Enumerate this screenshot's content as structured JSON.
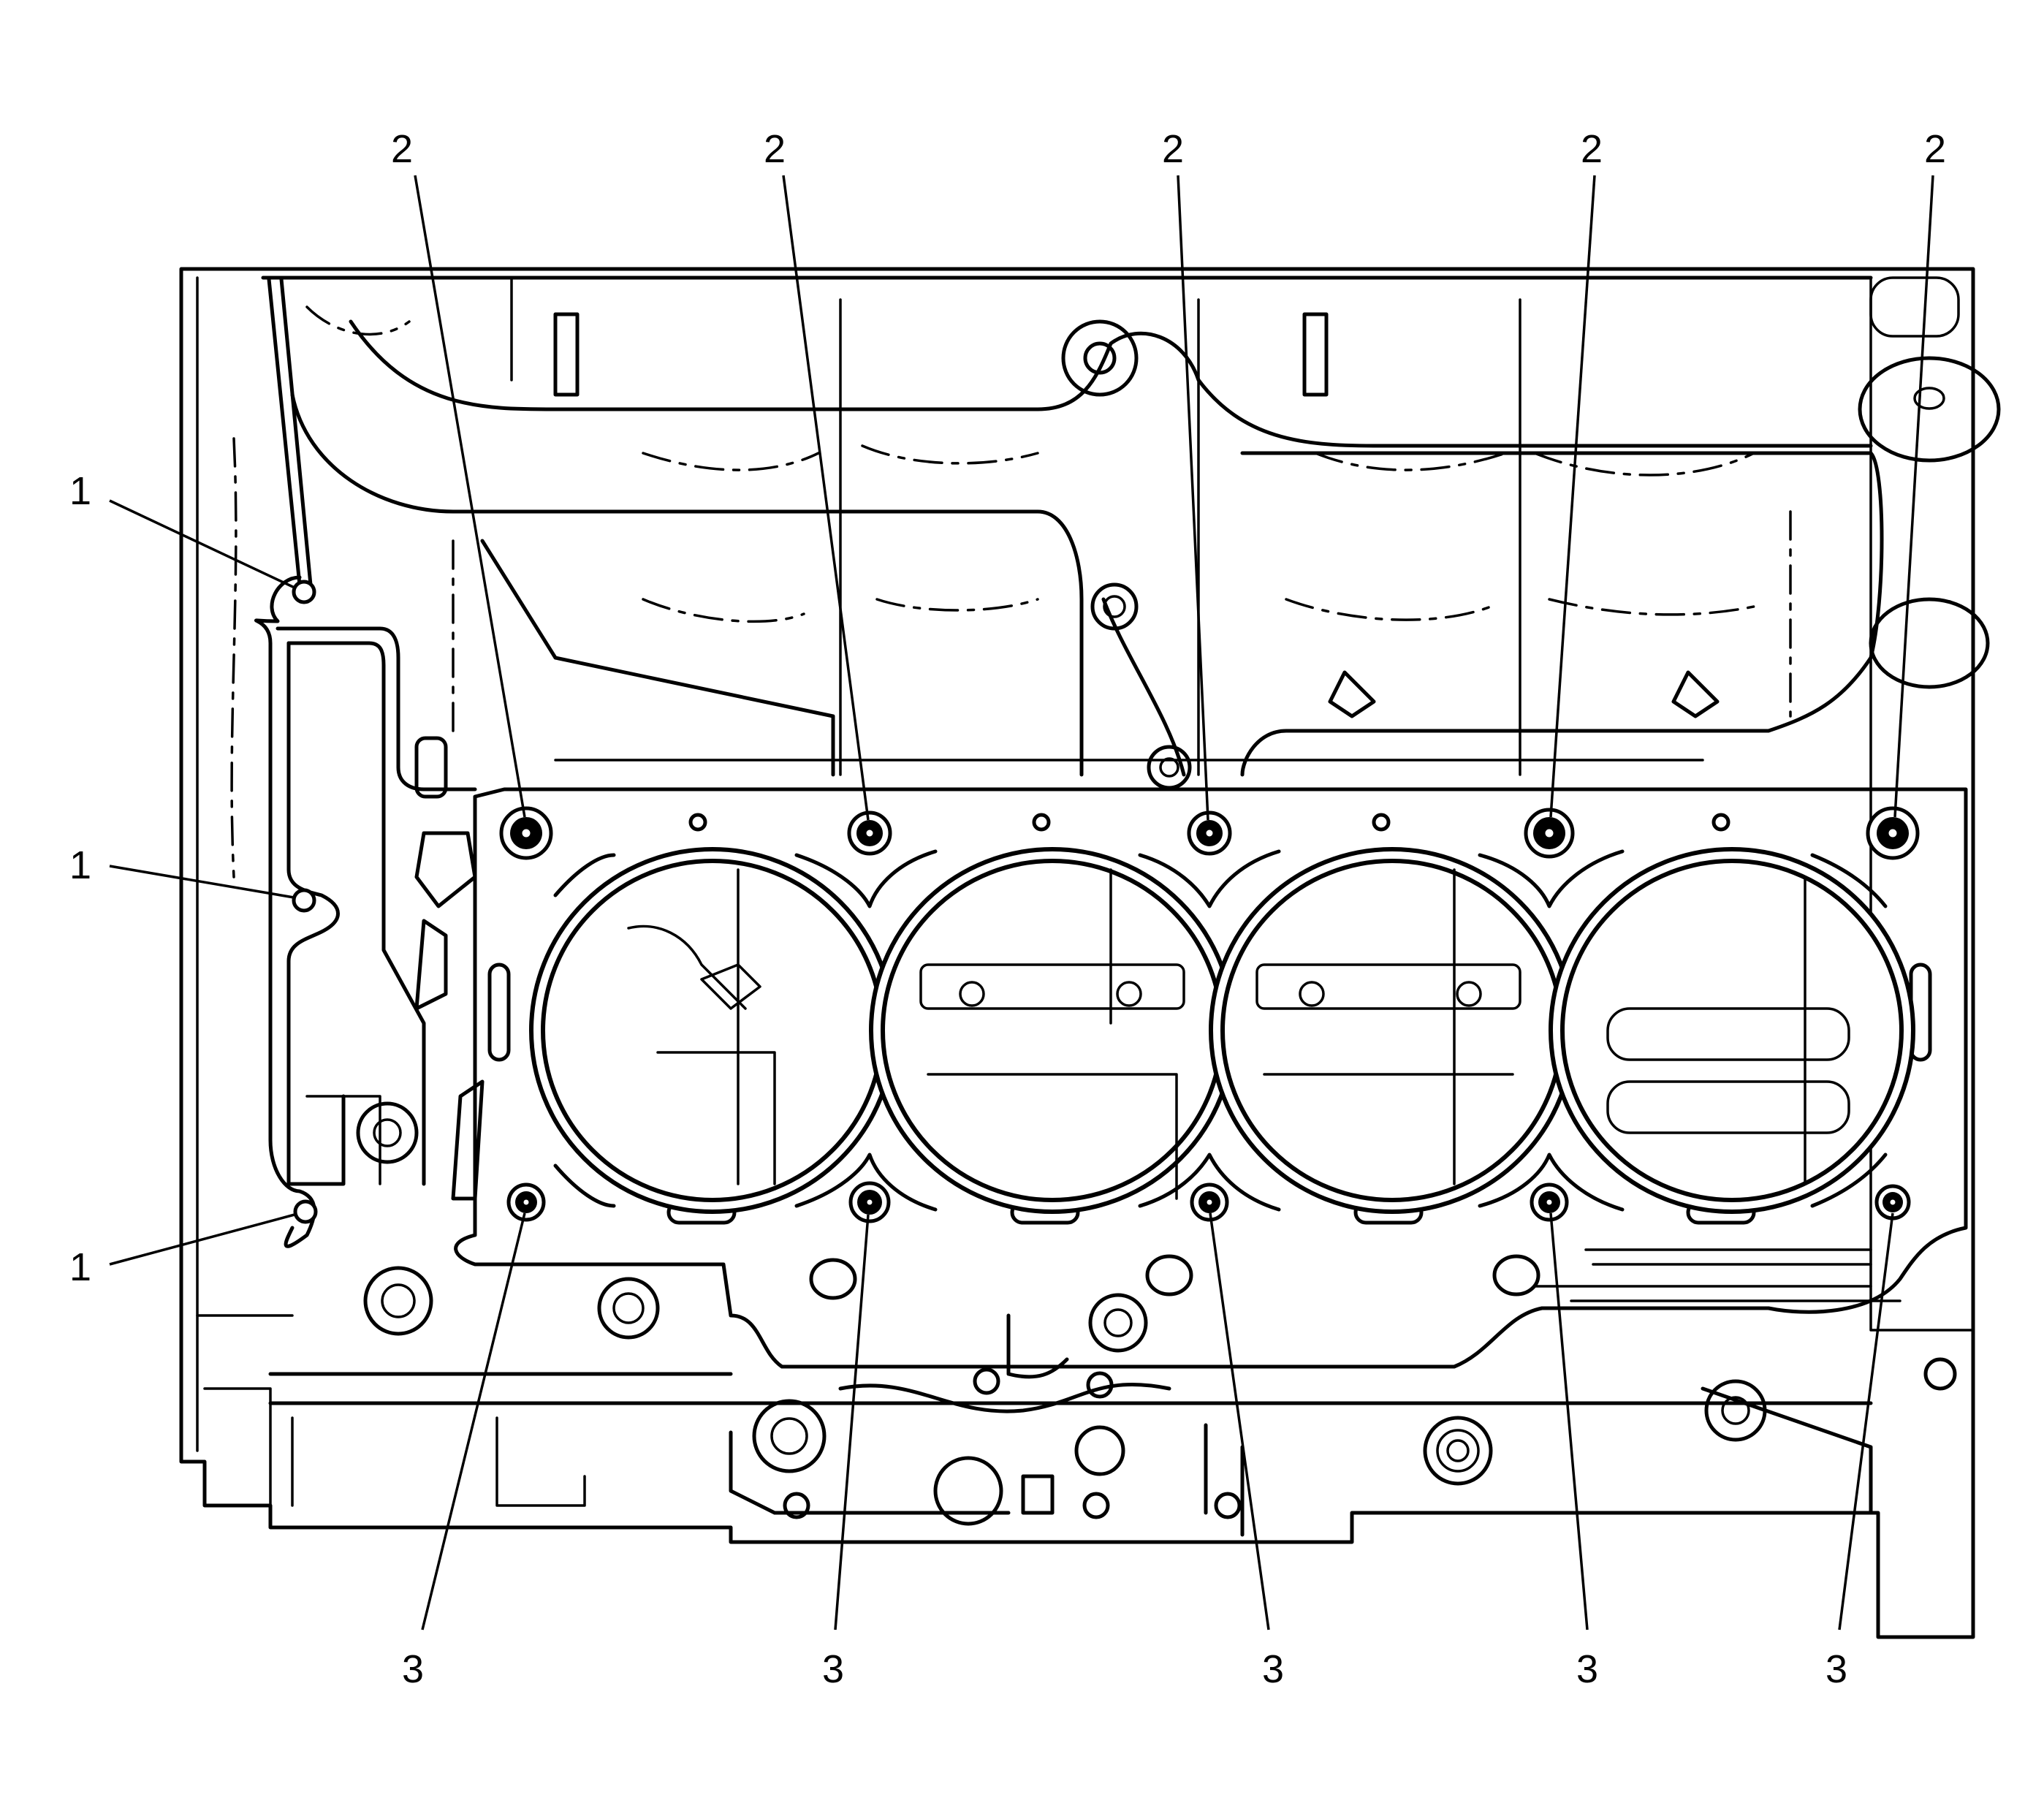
{
  "callouts": {
    "labels": [
      "1",
      "1",
      "1",
      "2",
      "2",
      "2",
      "2",
      "2",
      "3",
      "3",
      "3",
      "3",
      "3"
    ],
    "bolt_count_top": 5,
    "bolt_count_bottom": 5
  }
}
